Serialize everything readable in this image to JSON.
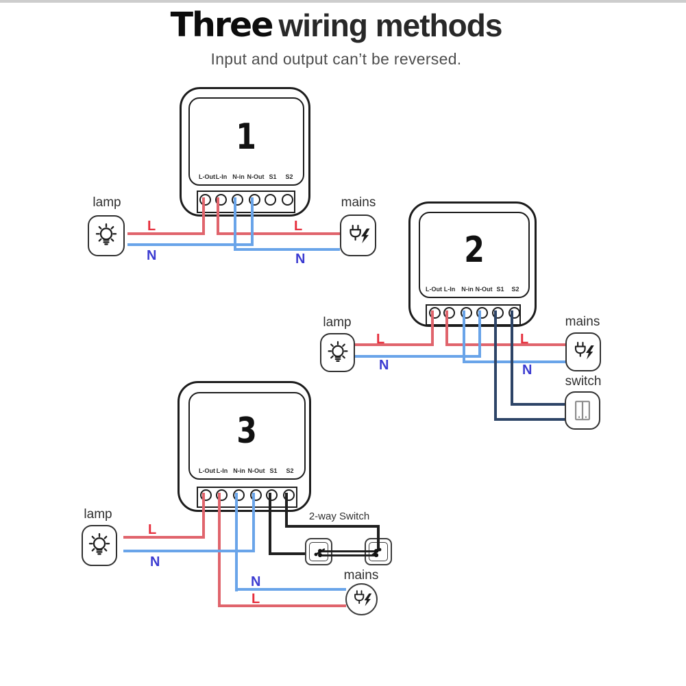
{
  "header": {
    "title_emphasis": "Three",
    "title_rest": "wiring methods",
    "subtitle": "Input and output can’t be reversed."
  },
  "module": {
    "terminal_labels": [
      "L-Out",
      "L-In",
      "N-in",
      "N-Out",
      "S1",
      "S2"
    ]
  },
  "diagrams": [
    {
      "number": "1",
      "lamp_label": "lamp",
      "mains_label": "mains"
    },
    {
      "number": "2",
      "lamp_label": "lamp",
      "mains_label": "mains",
      "switch_label": "switch"
    },
    {
      "number": "3",
      "lamp_label": "lamp",
      "mains_label": "mains",
      "switch_label": "2-way Switch"
    }
  ],
  "wire_labels": {
    "live": "L",
    "neutral": "N"
  },
  "colors": {
    "live_wire": "#e0646c",
    "neutral_wire": "#69a4e9",
    "switch_wire_dark_navy": "#2d4467",
    "switch_wire_black": "#1f1f1f",
    "live_label_text": "#e62e3c",
    "neutral_label_text": "#3b3bd1",
    "outline": "#1c1c1c",
    "subtitle_text": "#4d4d4d"
  }
}
